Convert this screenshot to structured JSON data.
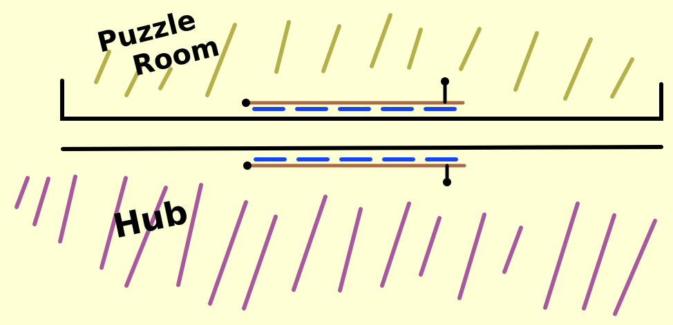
{
  "labels": {
    "puzzle_room_line1": "Puzzle",
    "puzzle_room_line2": "Room",
    "hub": "Hub"
  },
  "colors": {
    "background": "#ffffd6",
    "puzzle_room_hatch": "#b5b14a",
    "hub_hatch": "#a8589c",
    "wall": "#000000",
    "door_panel": "#a86b44",
    "door_track": "#1546f0"
  },
  "icons": {
    "hinge": "door-hinge-pin",
    "handle": "door-handle-knob"
  }
}
